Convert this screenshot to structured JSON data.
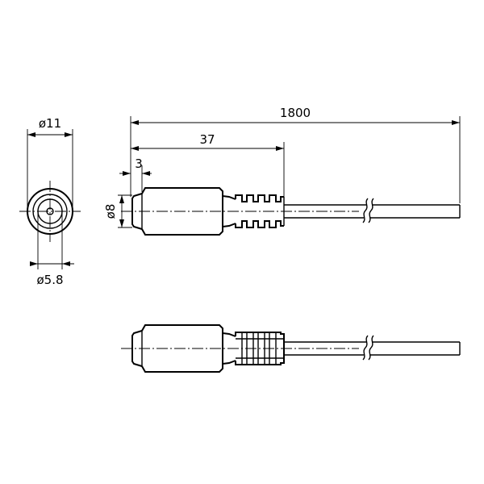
{
  "dimensions": {
    "outer_diameter": "ø11",
    "inner_diameter": "ø5.8",
    "body_diameter": "ø8",
    "cable_length": "1800",
    "connector_length": "37",
    "tip_length": "3"
  }
}
